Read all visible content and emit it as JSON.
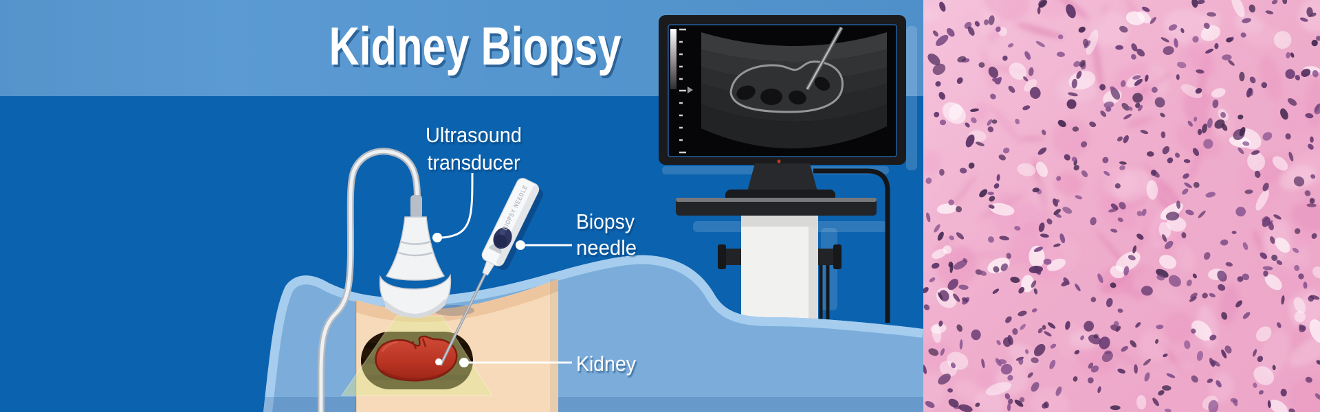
{
  "title": "Kidney Biopsy",
  "labels": {
    "transducer_line1": "Ultrasound",
    "transducer_line2": "transducer",
    "needle_line1": "Biopsy",
    "needle_line2": "needle",
    "kidney": "Kidney"
  },
  "device": {
    "label": "BIOPSY NEEDLE"
  },
  "colors": {
    "background": "#0b62ae",
    "top_band": "#5495cd",
    "body_blue": "#7cadda",
    "body_rim": "#a6cdee",
    "skin_light": "#f6dab9",
    "skin_dark": "#edc69f",
    "capsule_dark": "#261605",
    "kidney_red": "#b93323",
    "kidney_dark": "#8c2014",
    "beam_yellow": "#e0e88c",
    "probe_white": "#f2f3f5",
    "machine_dark": "#1b1b1d",
    "screen_black": "#060608",
    "label_text": "#ffffff",
    "histology_pink": "#efaecd",
    "nuclei_purple": "#6b3d74"
  },
  "histology": {
    "seed": 42,
    "fiber_count": 30,
    "blob_count": 85,
    "white_count": 60,
    "nuclei_count": 440,
    "fiber_colors": [
      "#e58fba",
      "#eb9cc3",
      "#de7fae"
    ],
    "blob_colors": [
      "#f2bcd6",
      "#ee9fc8",
      "#f6cfe2",
      "#e892bd"
    ],
    "white_color": "#fff8fb",
    "nuclei_colors": [
      "#6b3d74",
      "#573061",
      "#7e4d87",
      "#462a52",
      "#8a5591",
      "#5d3468"
    ]
  }
}
